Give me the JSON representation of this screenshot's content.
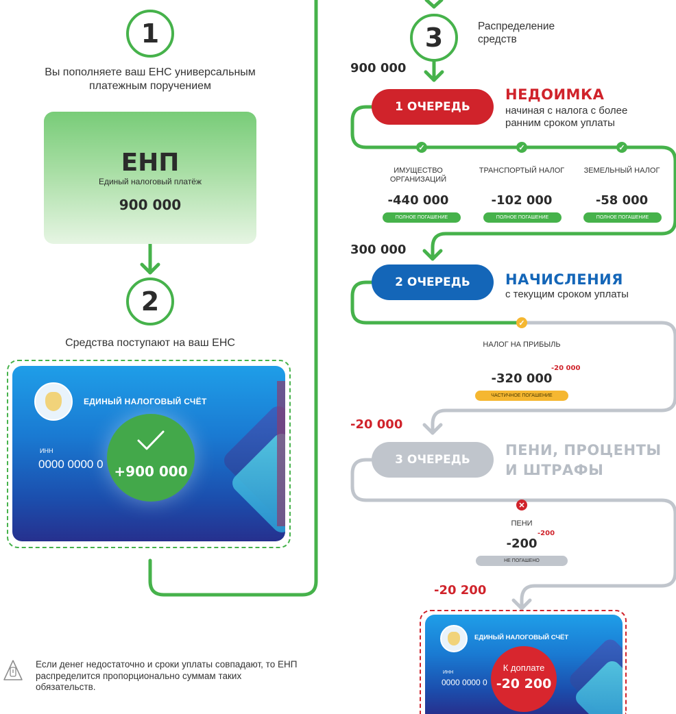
{
  "colors": {
    "green": "#46b24b",
    "red": "#d0232b",
    "blue": "#1466b8",
    "grey": "#c0c5cc",
    "yellow": "#f5b731"
  },
  "left": {
    "step1": {
      "number": "1",
      "text": "Вы пополняете ваш ЕНС универсальным платежным поручением"
    },
    "enp_card": {
      "title": "ЕНП",
      "subtitle": "Единый налоговый платёж",
      "amount": "900 000"
    },
    "step2": {
      "number": "2",
      "text": "Средства поступают на ваш ЕНС"
    },
    "ens_card": {
      "title": "ЕДИНЫЙ НАЛОГОВЫЙ СЧЁТ",
      "inn_label": "ИНН",
      "inn_value": "0000 0000 0",
      "amount": "+900 000",
      "icon": "check-icon"
    },
    "note": {
      "icon": "warning-icon",
      "text": "Если денег недостаточно и сроки уплаты совпадают, то ЕНП распределится пропорционально суммам таких обязательств."
    }
  },
  "right": {
    "step3": {
      "number": "3",
      "label": "Распределение средств"
    },
    "flow1": "900 000",
    "q1": {
      "pill": "1 ОЧЕРЕДЬ",
      "title": "НЕДОИМКА",
      "subtitle": "начиная с налога с более ранним сроком уплаты",
      "items": [
        {
          "label": "ИМУЩЕСТВО ОРГАНИЗАЦИЙ",
          "amount": "-440 000",
          "status": "ПОЛНОЕ ПОГАШЕНИЕ"
        },
        {
          "label": "ТРАНСПОРТЫЙ НАЛОГ",
          "amount": "-102 000",
          "status": "ПОЛНОЕ ПОГАШЕНИЕ"
        },
        {
          "label": "ЗЕМЕЛЬНЫЙ НАЛОГ",
          "amount": "-58 000",
          "status": "ПОЛНОЕ ПОГАШЕНИЕ"
        }
      ]
    },
    "flow2": "300 000",
    "q2": {
      "pill": "2 ОЧЕРЕДЬ",
      "title": "НАЧИСЛЕНИЯ",
      "subtitle": "с текущим сроком уплаты",
      "item": {
        "label": "НАЛОГ НА ПРИБЫЛЬ",
        "amount": "-320 000",
        "remainder": "-20 000",
        "status": "ЧАСТИЧНОЕ ПОГАШЕНИЕ"
      }
    },
    "flow3": "-20 000",
    "q3": {
      "pill": "3 ОЧЕРЕДЬ",
      "title": "ПЕНИ, ПРОЦЕНТЫ И ШТРАФЫ",
      "item": {
        "label": "ПЕНИ",
        "amount": "-200",
        "remainder": "-200",
        "status": "НЕ ПОГАШЕНО"
      }
    },
    "flow4": "-20 200",
    "ens_card": {
      "title": "ЕДИНЫЙ НАЛОГОВЫЙ СЧЁТ",
      "inn_label": "ИНН",
      "inn_value": "0000 0000 0",
      "due_label": "К доплате",
      "due_amount": "-20 200"
    }
  }
}
